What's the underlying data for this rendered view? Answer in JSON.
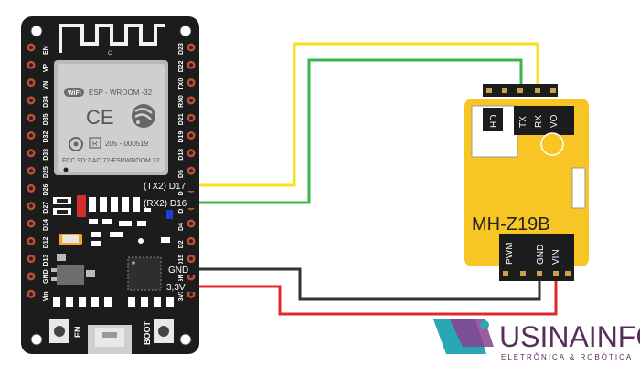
{
  "board": {
    "module_name": "ESP - WROOM -32",
    "fcc_line": "FCC 9D:2 AC 72-ESPWROOM 32",
    "cert_number": "205 - 000519",
    "r_mark": "R",
    "ce_mark": "CE",
    "wifi_label": "WiFi",
    "antenna_letter": "C",
    "button_en": "EN",
    "button_boot": "BOOT",
    "left_pins": [
      "EN",
      "VP",
      "VN",
      "D34",
      "D35",
      "D32",
      "D33",
      "D25",
      "D26",
      "D27",
      "D14",
      "D12",
      "D13",
      "GND",
      "Vin"
    ],
    "right_pins": [
      "D23",
      "D22",
      "TX0",
      "RX0",
      "D21",
      "D19",
      "D18",
      "D5",
      "D17",
      "D16",
      "D4",
      "D2",
      "D15",
      "GND",
      "3V3"
    ],
    "callouts": {
      "d17": "(TX2) D17",
      "d16": "(RX2) D16",
      "gnd": "GND",
      "v33": "3,3V"
    }
  },
  "sensor": {
    "name": "MH-Z19B",
    "top_pins": [
      "HD",
      "TX",
      "RX",
      "VO"
    ],
    "bottom_pins": [
      "PWM",
      "GND",
      "VIN"
    ]
  },
  "wires": [
    {
      "from": "(TX2) D17",
      "to": "RX",
      "color": "#f5e21c"
    },
    {
      "from": "(RX2) D16",
      "to": "TX",
      "color": "#3db54a"
    },
    {
      "from": "GND",
      "to": "GND",
      "color": "#333333"
    },
    {
      "from": "3,3V",
      "to": "VIN",
      "color": "#e02828"
    }
  ],
  "brand": {
    "name": "USINAINFO",
    "tagline": "ELETRÔNICA & ROBÓTICA",
    "accent": "#2aa7b5",
    "text_color": "#5b2d5f"
  }
}
